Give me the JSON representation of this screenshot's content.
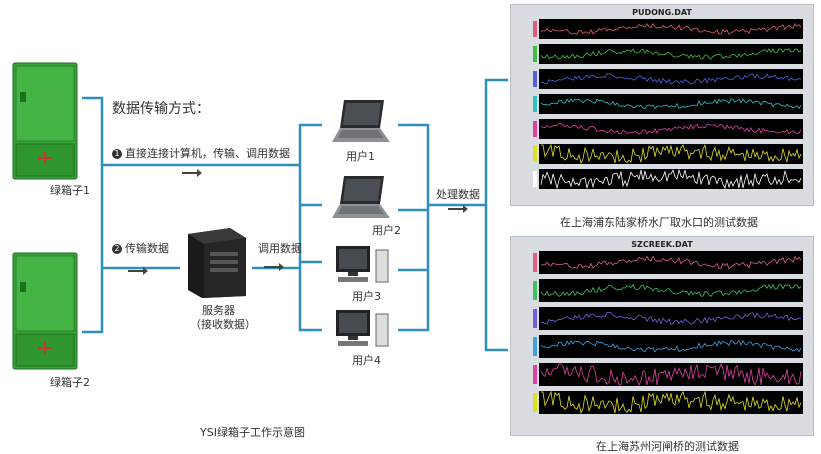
{
  "title": "数据传输方式：",
  "method1": {
    "num": "1",
    "text": "直接连接计算机，传输、调用数据"
  },
  "method2": {
    "num": "2",
    "text": "传输数据"
  },
  "cabinet1_label": "绿箱子1",
  "cabinet2_label": "绿箱子2",
  "server_label_1": "服务器",
  "server_label_2": "（接收数据）",
  "call_data_label": "调用数据",
  "process_label": "处理数据",
  "users": [
    "用户1",
    "用户2",
    "用户3",
    "用户4"
  ],
  "diagram_caption": "YSI绿箱子工作示意图",
  "panel1": {
    "title": "PUDONG.DAT",
    "caption": "在上海浦东陆家桥水厂取水口的测试数据"
  },
  "panel2": {
    "title": "SZCREEK.DAT",
    "caption": "在上海苏州河闸桥的测试数据"
  },
  "colors": {
    "wire": "#2e8fb7",
    "cabinet": "#3aa23a",
    "chart_bg": "#000000"
  }
}
